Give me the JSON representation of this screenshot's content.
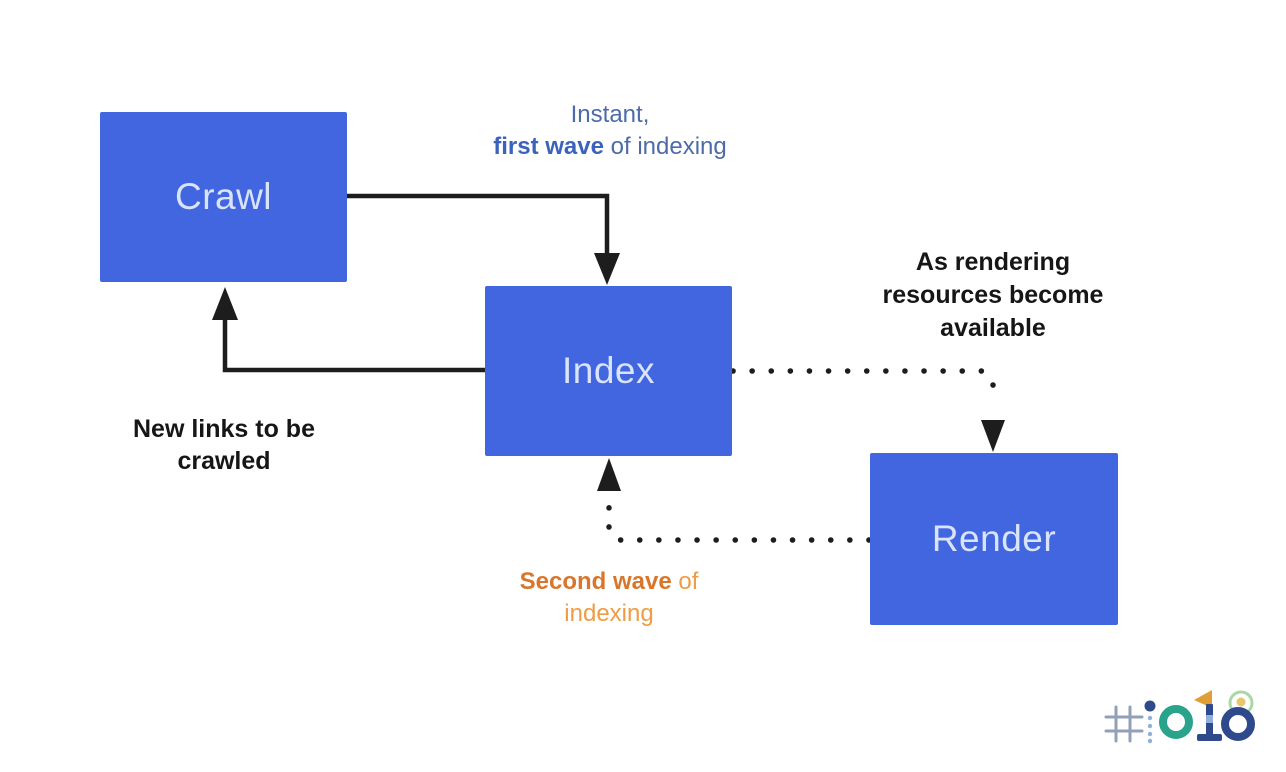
{
  "diagram": {
    "nodes": [
      {
        "id": "crawl",
        "label": "Crawl"
      },
      {
        "id": "index",
        "label": "Index"
      },
      {
        "id": "render",
        "label": "Render"
      }
    ],
    "labels": {
      "instant": {
        "line1": "Instant,",
        "line2_bold": "first wave",
        "line2_rest": " of indexing"
      },
      "as_rendering": "As rendering resources become available",
      "new_links": "New links to be crawled",
      "second_wave": {
        "bold": "Second wave",
        "rest": " of indexing"
      }
    },
    "watermark": "#io18",
    "colors": {
      "node_fill": "#4166DF",
      "node_text": "#D9E4FB",
      "arrow": "#1D1D1D",
      "blue_label": "#4D6BA8",
      "blue_label_bold": "#3C63BC",
      "orange_label": "#EE9D45",
      "orange_label_bold": "#D8772B",
      "io_teal": "#2AA38B",
      "io_navy": "#2E4A8C",
      "io_gold": "#DF9E38",
      "io_green": "#A8D8A4",
      "io_gray": "#8796B3"
    }
  }
}
